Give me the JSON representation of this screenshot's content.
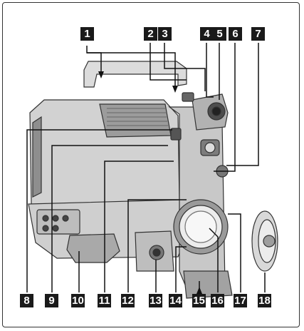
{
  "figure": {
    "description_visible": false,
    "callouts": [
      {
        "id": "c1",
        "label": "1"
      },
      {
        "id": "c2",
        "label": "2"
      },
      {
        "id": "c3",
        "label": "3"
      },
      {
        "id": "c4",
        "label": "4"
      },
      {
        "id": "c5",
        "label": "5"
      },
      {
        "id": "c6",
        "label": "6"
      },
      {
        "id": "c7",
        "label": "7"
      },
      {
        "id": "c8",
        "label": "8"
      },
      {
        "id": "c9",
        "label": "9"
      },
      {
        "id": "c10",
        "label": "10"
      },
      {
        "id": "c11",
        "label": "11"
      },
      {
        "id": "c12",
        "label": "12"
      },
      {
        "id": "c13",
        "label": "13"
      },
      {
        "id": "c14",
        "label": "14"
      },
      {
        "id": "c15",
        "label": "15"
      },
      {
        "id": "c16",
        "label": "16"
      },
      {
        "id": "c17",
        "label": "17"
      },
      {
        "id": "c18",
        "label": "18"
      }
    ]
  }
}
